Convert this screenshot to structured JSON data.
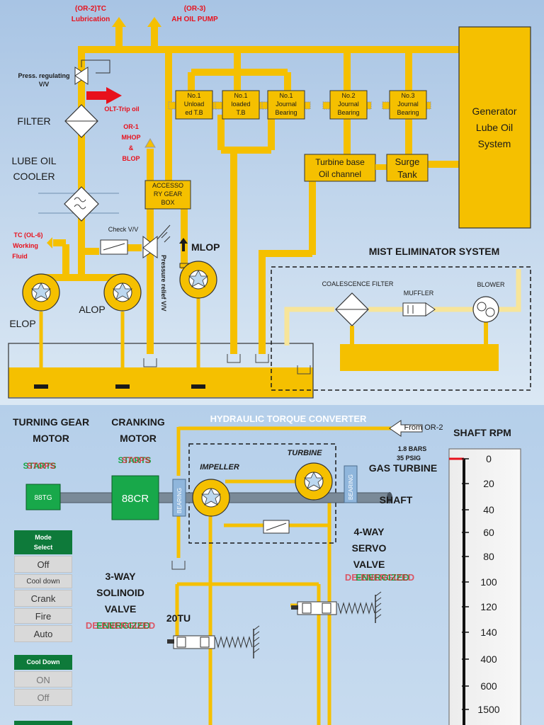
{
  "lube": {
    "or2": "(OR-2)TC",
    "or2_sub": "Lubrication",
    "or3": "(OR-3)",
    "or3_sub": "AH OIL PUMP",
    "press_reg_1": "Press. regulating",
    "press_reg_2": "V/V",
    "olt_trip": "OLT-Trip oil",
    "filter": "FILTER",
    "lube_oil_1": "LUBE OIL",
    "lube_oil_2": "COOLER",
    "or1_1": "OR-1",
    "or1_2": "MHOP",
    "or1_3": "&",
    "or1_4": "BLOP",
    "bearing1_1": "No.1",
    "bearing1_2": "Unload",
    "bearing1_3": "ed T.B",
    "bearing2_1": "No.1",
    "bearing2_2": "loaded",
    "bearing2_3": "T.B",
    "bearing3_1": "No.1",
    "bearing3_2": "Journal",
    "bearing3_3": "Bearing",
    "bearing4_1": "No.2",
    "bearing4_2": "Journal",
    "bearing4_3": "Bearing",
    "bearing5_1": "No.3",
    "bearing5_2": "Journal",
    "bearing5_3": "Bearing",
    "generator_1": "Generator",
    "generator_2": "Lube Oil",
    "generator_3": "System",
    "turbine_base_1": "Turbine base",
    "turbine_base_2": "Oil channel",
    "surge_1": "Surge",
    "surge_2": "Tank",
    "accessory_1": "ACCESSO",
    "accessory_2": "RY GEAR",
    "accessory_3": "BOX",
    "check_vv": "Check V/V",
    "tc_ol6_1": "TC (OL-6)",
    "tc_ol6_2": "Working",
    "tc_ol6_3": "Fluid",
    "pressure_relief": "Pressure relief V/V",
    "mlop": "MLOP",
    "alop": "ALOP",
    "elop": "ELOP",
    "mist_title": "MIST ELIMINATOR SYSTEM",
    "coalescence": "COALESCENCE FILTER",
    "muffler": "MUFFLER",
    "blower": "BLOWER"
  },
  "hydraulic": {
    "title": "HYDRAULIC TORQUE CONVERTER",
    "turning_gear_1": "TURNING GEAR",
    "turning_gear_2": "MOTOR",
    "cranking_1": "CRANKING",
    "cranking_2": "MOTOR",
    "starts": "STARTS",
    "stops": "STOPS",
    "tg_box": "88TG",
    "cr_box": "88CR",
    "bearing": "BEARING",
    "impeller": "IMPELLER",
    "turbine": "TURBINE",
    "from_or2": "From OR-2",
    "bars": "1.8 BARS",
    "psig": "35 PSIG",
    "gas_turbine": "GAS TURBINE",
    "shaft": "SHAFT",
    "four_way_1": "4-WAY",
    "four_way_2": "SERVO",
    "four_way_3": "VALVE",
    "three_way_1": "3-WAY",
    "three_way_2": "SOLINOID",
    "three_way_3": "VALVE",
    "energized": "ENERGIZED",
    "de_energized": "DE-ENERGIZED",
    "tu": "20TU"
  },
  "mode_panel": {
    "header_1": "Mode",
    "header_2": "Select",
    "options": [
      "Off",
      "Cool down",
      "Crank",
      "Fire",
      "Auto"
    ],
    "cool_header": "Cool Down",
    "cool_options": [
      "ON",
      "Off"
    ]
  },
  "rpm_gauge": {
    "title": "SHAFT RPM",
    "ticks": [
      "0",
      "20",
      "40",
      "60",
      "80",
      "100",
      "120",
      "140",
      "400",
      "600",
      "1500"
    ],
    "current_value": 0
  },
  "colors": {
    "pipe": "#F5C000",
    "label_red": "#E8111C",
    "status_green": "#18A84A",
    "status_red": "#E8111C",
    "panel_green": "#0E7A3A",
    "background_top": "#A9C6E6",
    "background_bottom": "#BFD6EC"
  }
}
